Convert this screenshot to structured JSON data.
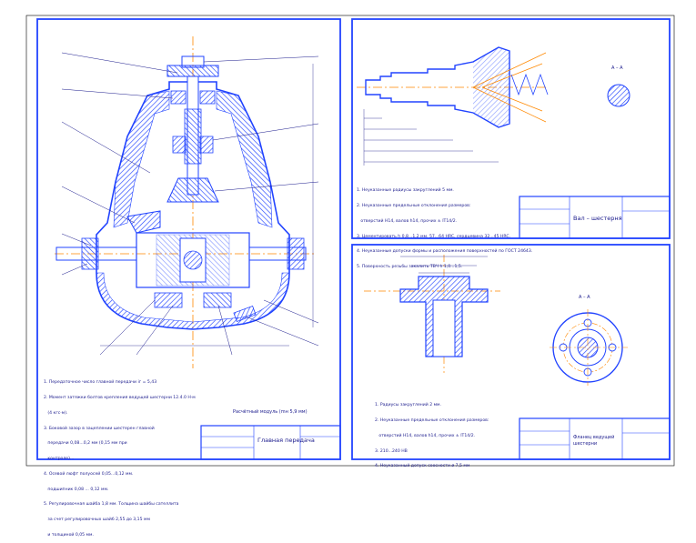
{
  "drawing_1": {
    "notes": [
      "1. Передаточное число главной передачи iг = 5,43",
      "2. Момент затяжки болтов крепления ведущей шестерни 12.4.0 Н·м",
      "   (4 кгс·м).",
      "3. Боковой зазор в зацеплении шестерен главной",
      "   передачи 0,08...0,2 мм (0,15 мм при",
      "   контроле)...",
      "4. Осевой люфт полуосей 0,05...0,12 мм.",
      "   подшипник 0,08 ... 0,12 мм.",
      "5. Регулировочная шайба 1,8 мм. Толщина шайбы сателлита",
      "   за счет регулировочных шайб 2,55 до 3,15 мм",
      "   и толщиной 0,05 мм."
    ],
    "caption": "Расчётный модуль (mн 5,9 мм)",
    "title": "Главная передача"
  },
  "drawing_2": {
    "notes": [
      "1. Неуказанные радиусы закруглений 5 мм.",
      "2. Неуказанные предельные отклонения размеров:",
      "   отверстий Н14, валов h14, прочих ± IT14/2.",
      "3. Цементировать h 0,8...1,2 мм. 57...64 HRC, сердцевина 32...45 HRC.",
      "4. Неуказанные допуски формы и расположения поверхностей по ГОСТ 24643.",
      "5. Поверхность резьбы закалить ТВЧ h 1,0...1,5."
    ],
    "section_label": "А – А",
    "title": "Вал – шестерня"
  },
  "drawing_3": {
    "notes": [
      "1. Радиусы закруглений 2 мм.",
      "2. Неуказанные предельные отклонения размеров:",
      "   отверстий Н14, валов h14, прочих ± IT14/2.",
      "3. 210...240 НВ",
      "4. Неуказанный допуск соосности ø 7,5 мм"
    ],
    "section_label": "А – А",
    "title": "Фланец ведущей шестерни"
  },
  "colors": {
    "frame": "#2244ff",
    "hatch": "#2244ff",
    "ink": "#1a1a8c",
    "center": "#ff8800",
    "paper": "#ffffff"
  }
}
